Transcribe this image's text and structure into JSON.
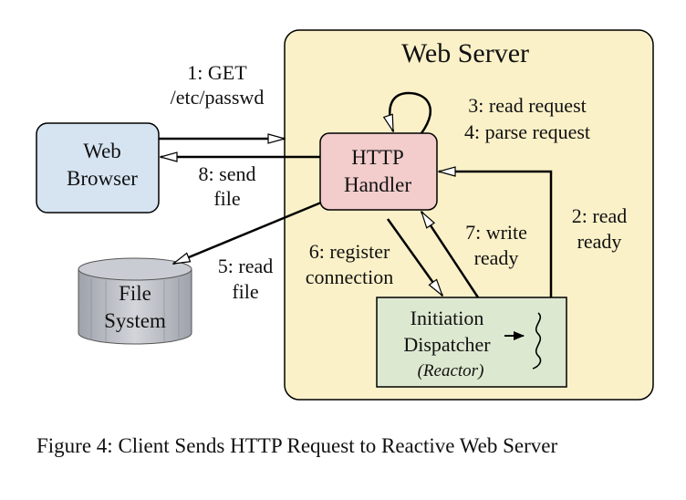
{
  "nodes": {
    "web_server": "Web Server",
    "web_browser": [
      "Web",
      "Browser"
    ],
    "http_handler": [
      "HTTP",
      "Handler"
    ],
    "file_system": [
      "File",
      "System"
    ],
    "dispatcher": [
      "Initiation",
      "Dispatcher"
    ],
    "reactor": "(Reactor)"
  },
  "edges": {
    "get": [
      "1: GET",
      "/etc/passwd"
    ],
    "read_ready": [
      "2: read",
      "ready"
    ],
    "read_parse": [
      "3: read request",
      "4: parse request"
    ],
    "read_file": [
      "5: read",
      "file"
    ],
    "register": [
      "6: register",
      "connection"
    ],
    "write_ready": [
      "7: write",
      "ready"
    ],
    "send_file": [
      "8: send",
      "file"
    ]
  },
  "caption": "Figure 4:  Client Sends HTTP Request to Reactive Web Server",
  "colors": {
    "server_fill": "#fbf1c8",
    "browser_fill": "#d6e4f2",
    "handler_fill": "#f3cccc",
    "dispatcher_fill": "#dde8d0",
    "filesystem_fill": "#b8bcc4"
  }
}
